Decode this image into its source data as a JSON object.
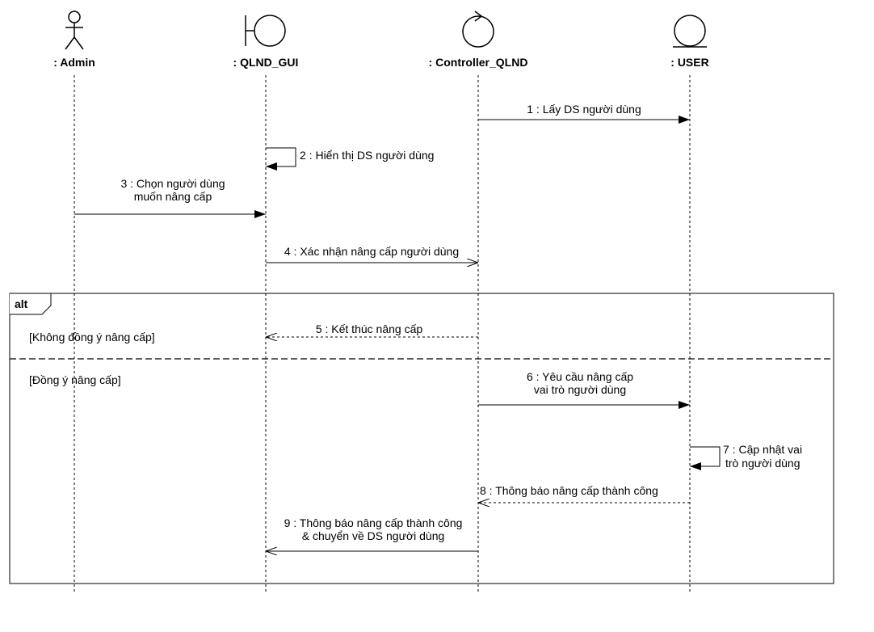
{
  "participants": [
    {
      "name": ": Admin",
      "kind": "actor"
    },
    {
      "name": ": QLND_GUI",
      "kind": "boundary"
    },
    {
      "name": ": Controller_QLND",
      "kind": "control"
    },
    {
      "name": ": USER",
      "kind": "entity"
    }
  ],
  "messages": [
    {
      "lines": [
        "1 : Lấy DS người dùng"
      ],
      "style": "sync"
    },
    {
      "lines": [
        "2 : Hiển thị DS người dùng"
      ],
      "style": "self"
    },
    {
      "lines": [
        "3 : Chọn người dùng",
        "muốn nâng cấp"
      ],
      "style": "sync"
    },
    {
      "lines": [
        "4 : Xác nhận nâng cấp người dùng"
      ],
      "style": "open"
    },
    {
      "lines": [
        "5 : Kết thúc nâng cấp"
      ],
      "style": "return"
    },
    {
      "lines": [
        "6 : Yêu cầu nâng cấp",
        "vai trò người dùng"
      ],
      "style": "sync"
    },
    {
      "lines": [
        "7 : Cập nhật vai",
        "trò người dùng"
      ],
      "style": "self"
    },
    {
      "lines": [
        "8 : Thông báo nâng cấp thành công"
      ],
      "style": "return"
    },
    {
      "lines": [
        "9 : Thông báo nâng cấp thành công",
        "& chuyển về DS người dùng"
      ],
      "style": "open"
    }
  ],
  "fragment": {
    "operator": "alt",
    "guards": [
      "[Không đồng ý nâng cấp]",
      "[Đồng ý nâng cấp]"
    ]
  }
}
